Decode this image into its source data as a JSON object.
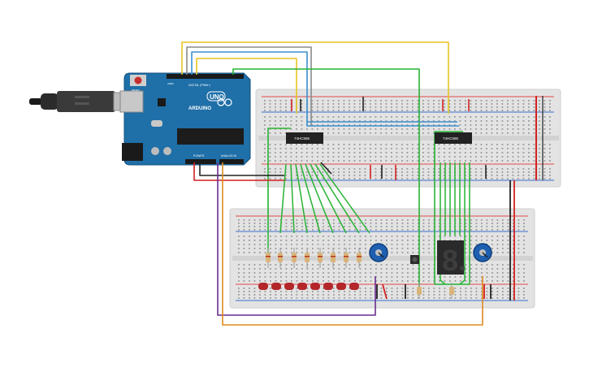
{
  "arduino": {
    "logo": "ARDUINO",
    "model": "UNO",
    "label_digital": "DIGITAL (PWM~)",
    "label_power": "POWER",
    "label_analog": "ANALOG IN",
    "label_aref": "AREF",
    "label_reset": "RESET"
  },
  "chips": {
    "left": "74HC595",
    "right": "74HC595"
  },
  "display": {
    "digit": "8."
  },
  "colors": {
    "board": "#1f6fa8",
    "breadboard": "#e6e6e6",
    "wire_yellow": "#e7c420",
    "wire_blue": "#3a8fd1",
    "wire_gray": "#8a8a8a",
    "wire_green": "#27b333",
    "wire_red": "#d32020",
    "wire_black": "#222222",
    "wire_purple": "#6a2c91",
    "wire_orange": "#e08a1e",
    "led_red": "#b3262a",
    "pot_blue": "#1e5fb0"
  },
  "icons": [
    "usb-cable-icon",
    "potentiometer-icon",
    "pushbutton-icon",
    "seven-segment-icon"
  ]
}
